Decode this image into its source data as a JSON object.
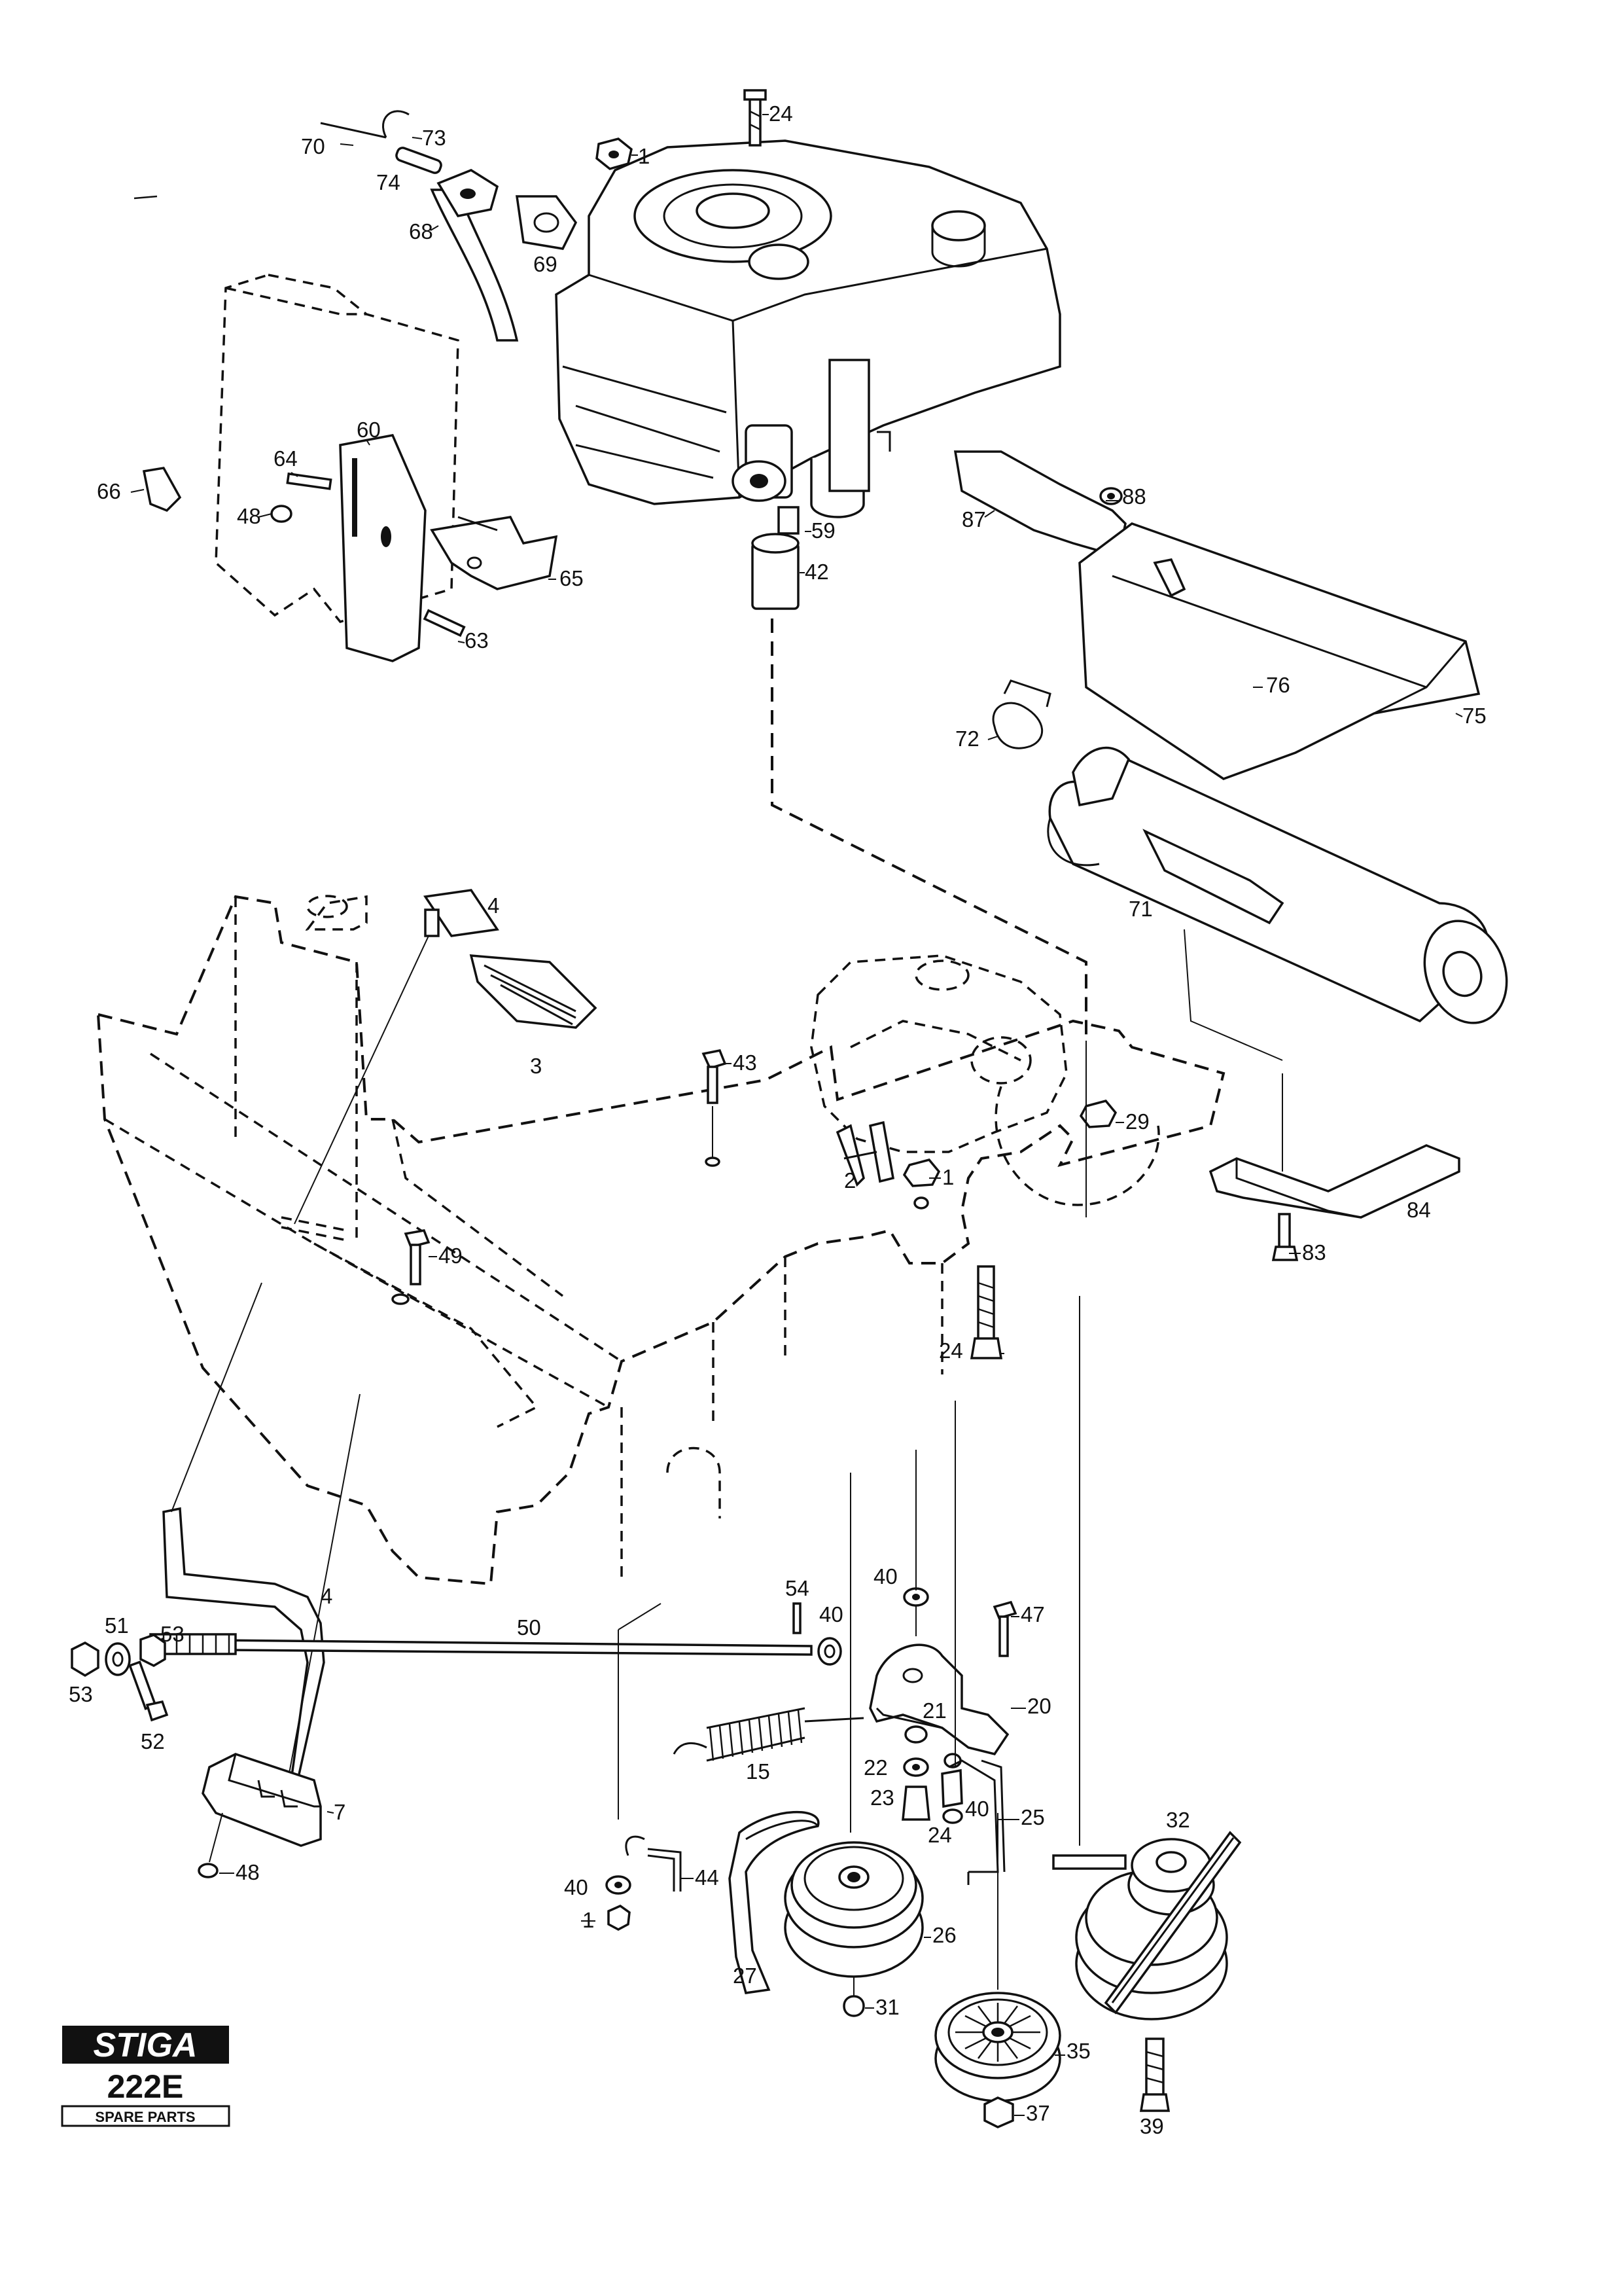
{
  "brand": {
    "logo": "STIGA",
    "model": "222E",
    "caption": "SPARE PARTS"
  },
  "labels": {
    "l70": "70",
    "l73": "73",
    "l74": "74",
    "l68": "68",
    "l69": "69",
    "l1a": "1",
    "l24a": "24",
    "l60": "60",
    "l64": "64",
    "l66": "66",
    "l48a": "48",
    "l65": "65",
    "l63": "63",
    "l59": "59",
    "l42": "42",
    "l87": "87",
    "l88": "88",
    "l76": "76",
    "l75": "75",
    "l72": "72",
    "l71": "71",
    "l4a": "4",
    "l3": "3",
    "l43": "43",
    "l29": "29",
    "l2": "2",
    "l1b": "1",
    "l49": "49",
    "l84": "84",
    "l83": "83",
    "l24b": "24",
    "l54": "54",
    "l40a": "40",
    "l40b": "40",
    "l47": "47",
    "l50": "50",
    "l4b": "4",
    "l51": "51",
    "l53a": "53",
    "l53b": "53",
    "l52": "52",
    "l20": "20",
    "l21": "21",
    "l15": "15",
    "l22": "22",
    "l23": "23",
    "l40c": "40",
    "l24c": "24",
    "l25": "25",
    "l32": "32",
    "l7": "7",
    "l48b": "48",
    "l40d": "40",
    "l44": "44",
    "l1c": "1",
    "l26": "26",
    "l27": "27",
    "l31": "31",
    "l35": "35",
    "l37": "37",
    "l39": "39"
  }
}
